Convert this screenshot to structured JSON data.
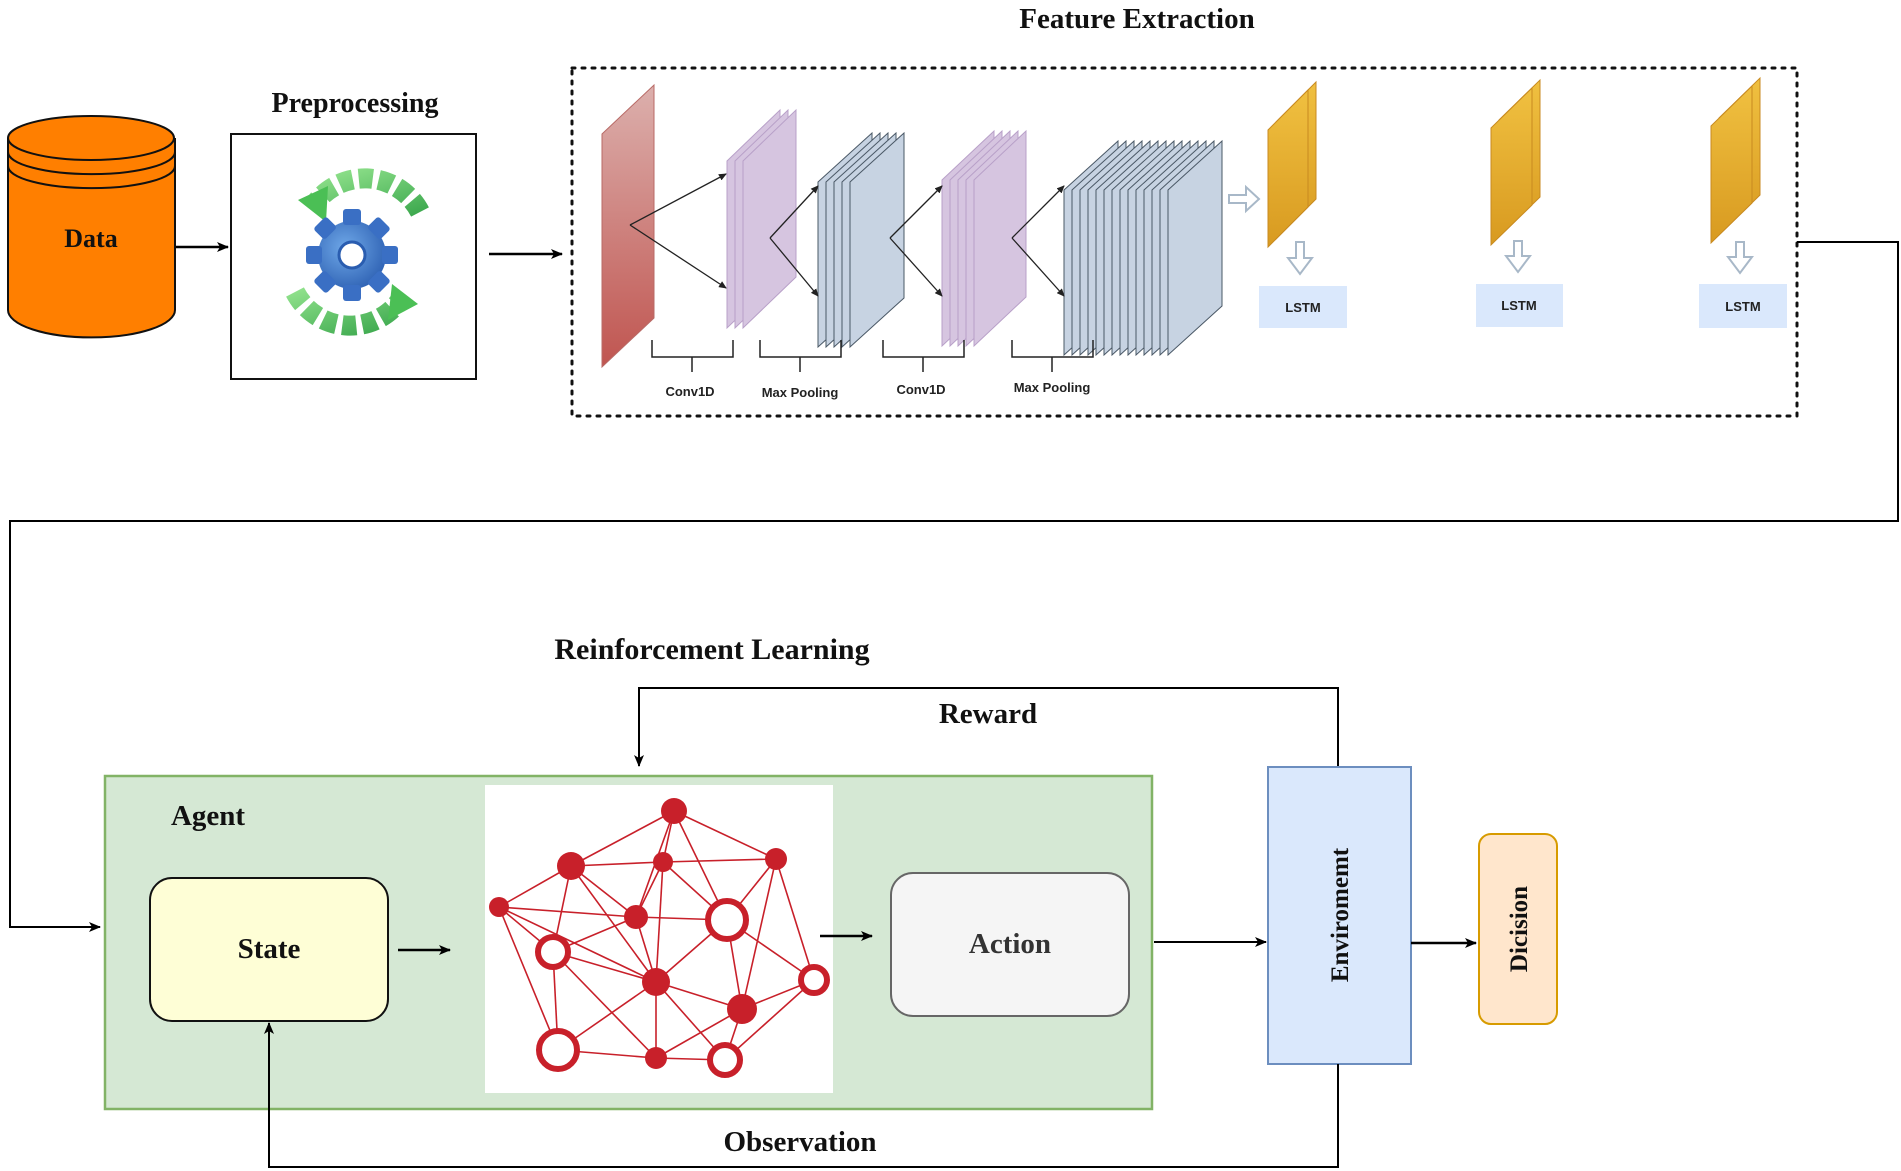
{
  "titles": {
    "feature_extraction": "Feature Extraction",
    "preprocessing": "Preprocessing",
    "reinforcement_learning": "Reinforcement Learning"
  },
  "nodes": {
    "data": "Data",
    "lstm_1": "LSTM",
    "lstm_2": "LSTM",
    "lstm_3": "LSTM",
    "agent": "Agent",
    "state": "State",
    "action": "Action",
    "environment": "Enviromemt",
    "decision": "Dicision"
  },
  "layer_labels": {
    "conv_1": "Conv1D",
    "pool_1": "Max Pooling",
    "conv_2": "Conv1D",
    "pool_2": "Max Pooling"
  },
  "edge_labels": {
    "reward": "Reward",
    "observation": "Observation"
  },
  "icons": {
    "preprocessing": "gear-cycle-icon",
    "agent_network": "neural-network-icon"
  },
  "colors": {
    "data_fill": "#ff7f00",
    "agent_fill": "#d5e8d4",
    "agent_border": "#82b366",
    "state_fill": "#fefed6",
    "action_fill": "#f5f5f5",
    "environment_fill": "#dae8fc",
    "environment_border": "#6c8ebf",
    "decision_fill": "#ffe6cc",
    "decision_border": "#d79b00",
    "lstm_fill": "#dae8fc",
    "lstm_feature_fill": "#e8b130",
    "network_red": "#c8202a"
  }
}
